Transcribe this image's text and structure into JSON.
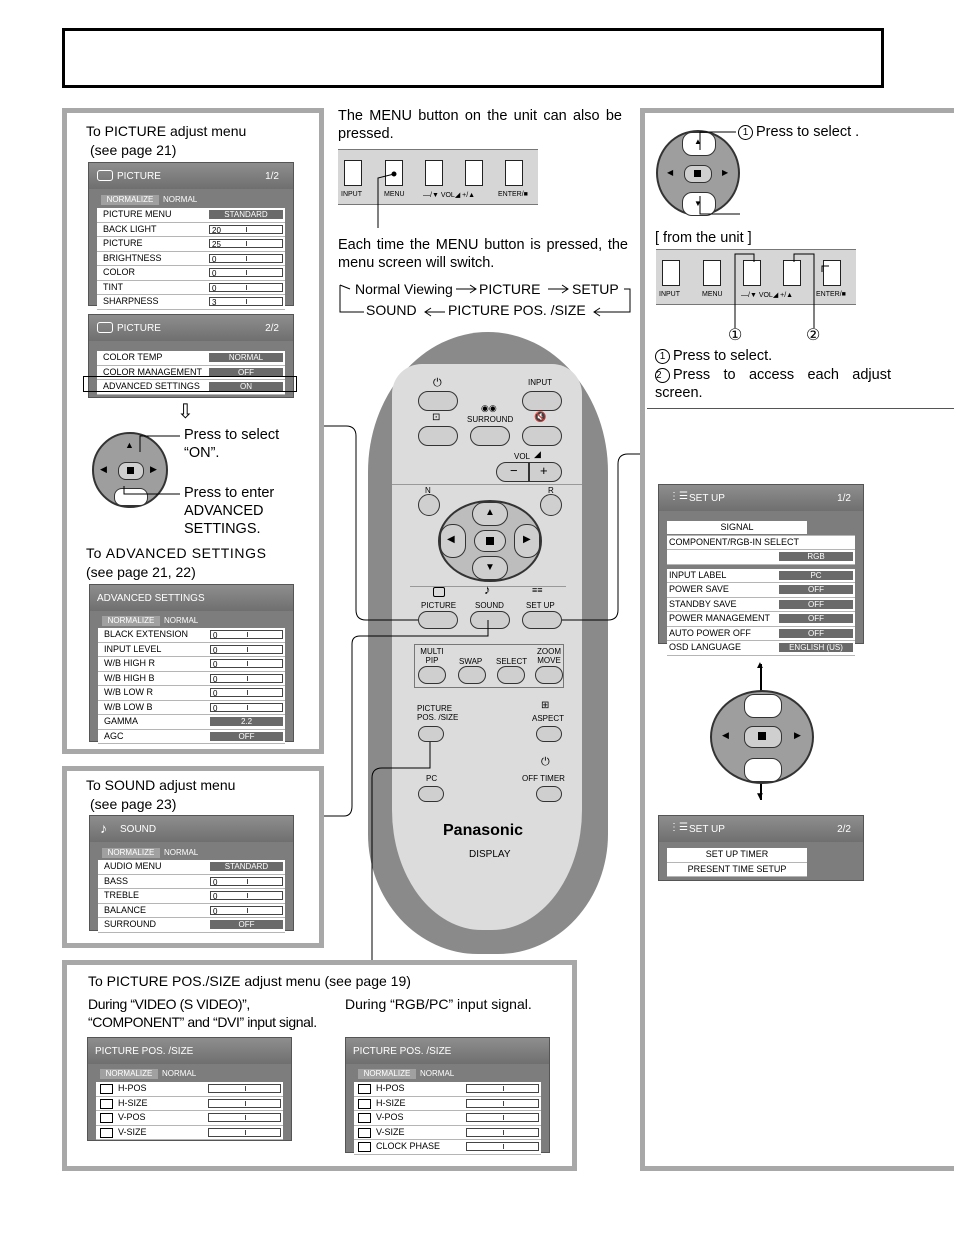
{
  "left_panel": {
    "picture_intro": "To PICTURE adjust menu",
    "picture_page": "(see page 21)",
    "picture_osd1": {
      "title": "PICTURE",
      "page": "1/2",
      "normalize": "NORMALIZE",
      "normal": "NORMAL",
      "rows": [
        {
          "label": "PICTURE MENU",
          "value": "STANDARD",
          "bar": false
        },
        {
          "label": "BACK LIGHT",
          "value": "20",
          "bar": true
        },
        {
          "label": "PICTURE",
          "value": "25",
          "bar": true
        },
        {
          "label": "BRIGHTNESS",
          "value": "0",
          "bar": true
        },
        {
          "label": "COLOR",
          "value": "0",
          "bar": true
        },
        {
          "label": "TINT",
          "value": "0",
          "bar": true
        },
        {
          "label": "SHARPNESS",
          "value": "3",
          "bar": true
        }
      ]
    },
    "picture_osd2": {
      "title": "PICTURE",
      "page": "2/2",
      "rows": [
        {
          "label": "COLOR TEMP",
          "value": "NORMAL"
        },
        {
          "label": "COLOR MANAGEMENT",
          "value": "OFF"
        },
        {
          "label": "ADVANCED SETTINGS",
          "value": "ON"
        }
      ]
    },
    "press_select": "Press to select “ON”.",
    "press_enter": "Press to enter ADVANCED SETTINGS.",
    "advanced_intro": "To ADVANCED SETTINGS",
    "advanced_page": "(see page 21, 22)",
    "advanced_osd": {
      "title": "ADVANCED SETTINGS",
      "normalize": "NORMALIZE",
      "normal": "NORMAL",
      "rows": [
        {
          "label": "BLACK EXTENSION",
          "value": "0",
          "bar": true
        },
        {
          "label": "INPUT LEVEL",
          "value": "0",
          "bar": true
        },
        {
          "label": "W/B HIGH R",
          "value": "0",
          "bar": true
        },
        {
          "label": "W/B HIGH B",
          "value": "0",
          "bar": true
        },
        {
          "label": "W/B LOW R",
          "value": "0",
          "bar": true
        },
        {
          "label": "W/B LOW B",
          "value": "0",
          "bar": true
        },
        {
          "label": "GAMMA",
          "value": "2.2",
          "bar": false
        },
        {
          "label": "AGC",
          "value": "OFF",
          "bar": false
        }
      ]
    }
  },
  "sound_panel": {
    "intro": "To SOUND adjust menu",
    "page": "(see page 23)",
    "osd": {
      "title": "SOUND",
      "normalize": "NORMALIZE",
      "normal": "NORMAL",
      "rows": [
        {
          "label": "AUDIO MENU",
          "value": "STANDARD",
          "bar": false
        },
        {
          "label": "BASS",
          "value": "0",
          "bar": true
        },
        {
          "label": "TREBLE",
          "value": "0",
          "bar": true
        },
        {
          "label": "BALANCE",
          "value": "0",
          "bar": true
        },
        {
          "label": "SURROUND",
          "value": "OFF",
          "bar": false
        }
      ]
    }
  },
  "possize_panel": {
    "intro": "To PICTURE POS./SIZE adjust menu (see page 19)",
    "video_caption": "During “VIDEO (S VIDEO)”, “COMPONENT” and “DVI” input signal.",
    "rgb_caption": "During “RGB/PC” input signal.",
    "osd_title": "PICTURE POS. /SIZE",
    "normalize": "NORMALIZE",
    "normal": "NORMAL",
    "video_rows": [
      "H-POS",
      "H-SIZE",
      "V-POS",
      "V-SIZE"
    ],
    "rgb_rows": [
      "H-POS",
      "H-SIZE",
      "V-POS",
      "V-SIZE",
      "CLOCK PHASE"
    ]
  },
  "center": {
    "menu_note": "The MENU button on the unit can also be pressed.",
    "switch_note": "Each time the MENU button is pressed, the menu screen will switch.",
    "flow": {
      "normal_viewing": "Normal Viewing",
      "picture": "PICTURE",
      "setup": "SETUP",
      "sound": "SOUND",
      "possize": "PICTURE POS. /SIZE"
    },
    "unit_keys": [
      "INPUT",
      "MENU",
      "—/▼ VOL◢ +/▲",
      "ENTER/■"
    ],
    "remote": {
      "input": "INPUT",
      "surround": "SURROUND",
      "vol": "VOL",
      "minus": "−",
      "plus": "+",
      "n": "N",
      "r": "R",
      "picture": "PICTURE",
      "sound": "SOUND",
      "setup": "SET UP",
      "multi_pip": "MULTI PIP",
      "swap": "SWAP",
      "select": "SELECT",
      "zoom_move": "ZOOM MOVE",
      "picture_possize": "PICTURE POS. /SIZE",
      "aspect": "ASPECT",
      "pc": "PC",
      "off_timer": "OFF TIMER",
      "brand": "Panasonic",
      "display": "DISPLAY"
    }
  },
  "right_panel": {
    "press_select_1": "Press to select .",
    "from_unit": "[ from the unit ]",
    "unit_keys": [
      "INPUT",
      "MENU",
      "—/▼ VOL◢ +/▲",
      "ENTER/■"
    ],
    "num1": "①",
    "num2": "②",
    "press_select_2": "Press to select.",
    "press_access": "Press to access each adjust screen.",
    "setup_osd1": {
      "title": "SET UP",
      "page": "1/2",
      "signal": "SIGNAL",
      "comp_rgb": "COMPONENT/RGB-IN SELECT",
      "comp_rgb_value": "RGB",
      "rows": [
        {
          "label": "INPUT LABEL",
          "value": "PC"
        },
        {
          "label": "POWER SAVE",
          "value": "OFF"
        },
        {
          "label": "STANDBY SAVE",
          "value": "OFF"
        },
        {
          "label": "POWER MANAGEMENT",
          "value": "OFF"
        },
        {
          "label": "AUTO POWER OFF",
          "value": "OFF"
        },
        {
          "label": "OSD LANGUAGE",
          "value": "ENGLISH (US)"
        }
      ]
    },
    "setup_osd2": {
      "title": "SET UP",
      "page": "2/2",
      "rows": [
        "SET UP TIMER",
        "PRESENT TIME SETUP"
      ]
    }
  }
}
